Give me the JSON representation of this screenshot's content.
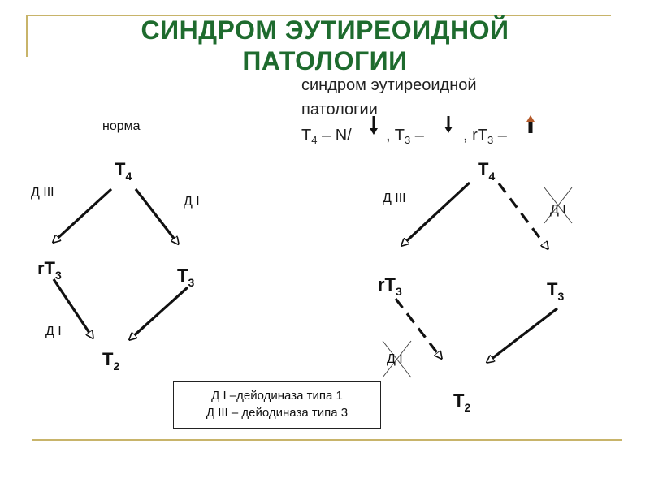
{
  "title": {
    "line1": "СИНДРОМ ЭУТИРЕОИДНОЙ",
    "line2": "ПАТОЛОГИИ"
  },
  "left": {
    "caption": "норма",
    "t4": "T",
    "t4_sub": "4",
    "rt3": "rT",
    "rt3_sub": "3",
    "t3": "T",
    "t3_sub": "3",
    "t2": "T",
    "t2_sub": "2",
    "d3_label": "Д III",
    "d1_label": "Д I",
    "d1_lower_label": "Д I"
  },
  "right": {
    "heading_line1": "синдром эутиреоидной",
    "heading_line2": "патологии",
    "formula": {
      "t4": "T",
      "t4_sub": "4",
      "t4_value": " – N/",
      "t3": ", T",
      "t3_sub": "3",
      "t3_value": " – ",
      "rt3": ", rT",
      "rt3_sub": "3",
      "rt3_value": " – "
    },
    "t4": "T",
    "t4_sub": "4",
    "rt3": "rT",
    "rt3_sub": "3",
    "t3": "T",
    "t3_sub": "3",
    "t2": "T",
    "t2_sub": "2",
    "d3_label": "Д III",
    "d1_label": "Д I",
    "d1_lower_label": "Д I"
  },
  "legend": {
    "line1": "Д I –дейодиназа типа 1",
    "line2": "Д III – дейодиназа типа 3"
  },
  "colors": {
    "title": "#1e6b2e",
    "rule": "#c8b46a",
    "arrow": "#111111"
  }
}
